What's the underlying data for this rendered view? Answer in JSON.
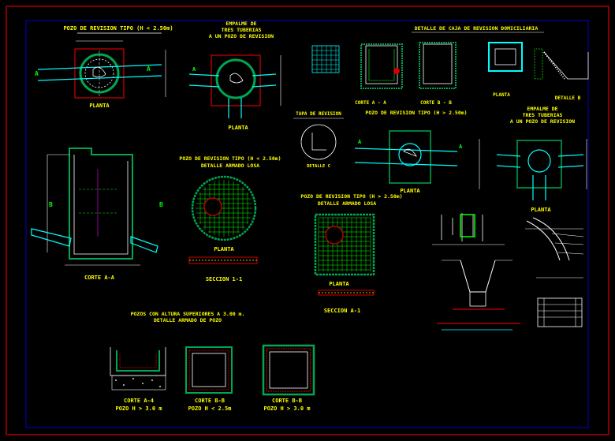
{
  "drawing": {
    "colors": {
      "background": "#000000",
      "frame": "#d40000",
      "inner_frame": "#0000cc",
      "title_text": "#ffff00",
      "label_text": "#ffffff",
      "geometry": "#ffffff",
      "concrete": "#00a651",
      "pipe": "#00ffff",
      "rebar": "#00ff00",
      "hatch": "#ff0000",
      "dimension": "#ffffff",
      "marker": "#00ff00",
      "accent": "#ff00ff"
    },
    "titles": {
      "pozo_tipo_small": "POZO DE REVISION TIPO (H < 2.50m)",
      "empalme_1_line1": "EMPALME DE",
      "empalme_1_line2": "TRES TUBERIAS",
      "empalme_1_line3": "A UN POZO DE REVISION",
      "detalle_caja": "DETALLE DE CAJA DE REVISION DOMICILIARIA",
      "tapa": "TAPA DE REVISION",
      "pozo_tipo_large": "POZO DE REVISION TIPO (H > 2.50m)",
      "empalme_2_line1": "EMPALME DE",
      "empalme_2_line2": "TRES TUBERIAS",
      "empalme_2_line3": "A UN POZO DE REVISION",
      "losa_small_line1": "POZO DE REVISION TIPO (H < 2.50m)",
      "losa_small_line2": "DETALLE ARMADO LOSA",
      "losa_large_line1": "POZO DE REVISION TIPO (H > 2.50m)",
      "losa_large_line2": "DETALLE ARMADO LOSA",
      "altura_line1": "POZOS CON ALTURA SUPERIORES A 3.00 m.",
      "altura_line2": "DETALLE ARMADO DE POZO"
    },
    "captions": {
      "planta_1": "PLANTA",
      "planta_2": "PLANTA",
      "planta_3": "PLANTA",
      "planta_4": "PLANTA",
      "planta_5": "PLANTA",
      "planta_6": "PLANTA",
      "planta_7": "PLANTA",
      "corte_aa": "CORTE A-A",
      "corte_aa_2": "CORTE A - A",
      "corte_bb": "CORTE B - B",
      "detalle_b": "DETALLE B",
      "detalle_c": "DETALLE C",
      "seccion_11": "SECCION 1-1",
      "seccion_aa": "SECCION A-1",
      "corte_a4_l1": "CORTE A-4",
      "corte_a4_l2": "POZO   H > 3.0 m",
      "corte_b1_l1": "CORTE B-B",
      "corte_b1_l2": "POZO   H < 2.5m",
      "corte_b2_l1": "CORTE B-B",
      "corte_b2_l2": "POZO   H > 3.0 m"
    },
    "markers": {
      "a": "A",
      "b": "B"
    }
  }
}
